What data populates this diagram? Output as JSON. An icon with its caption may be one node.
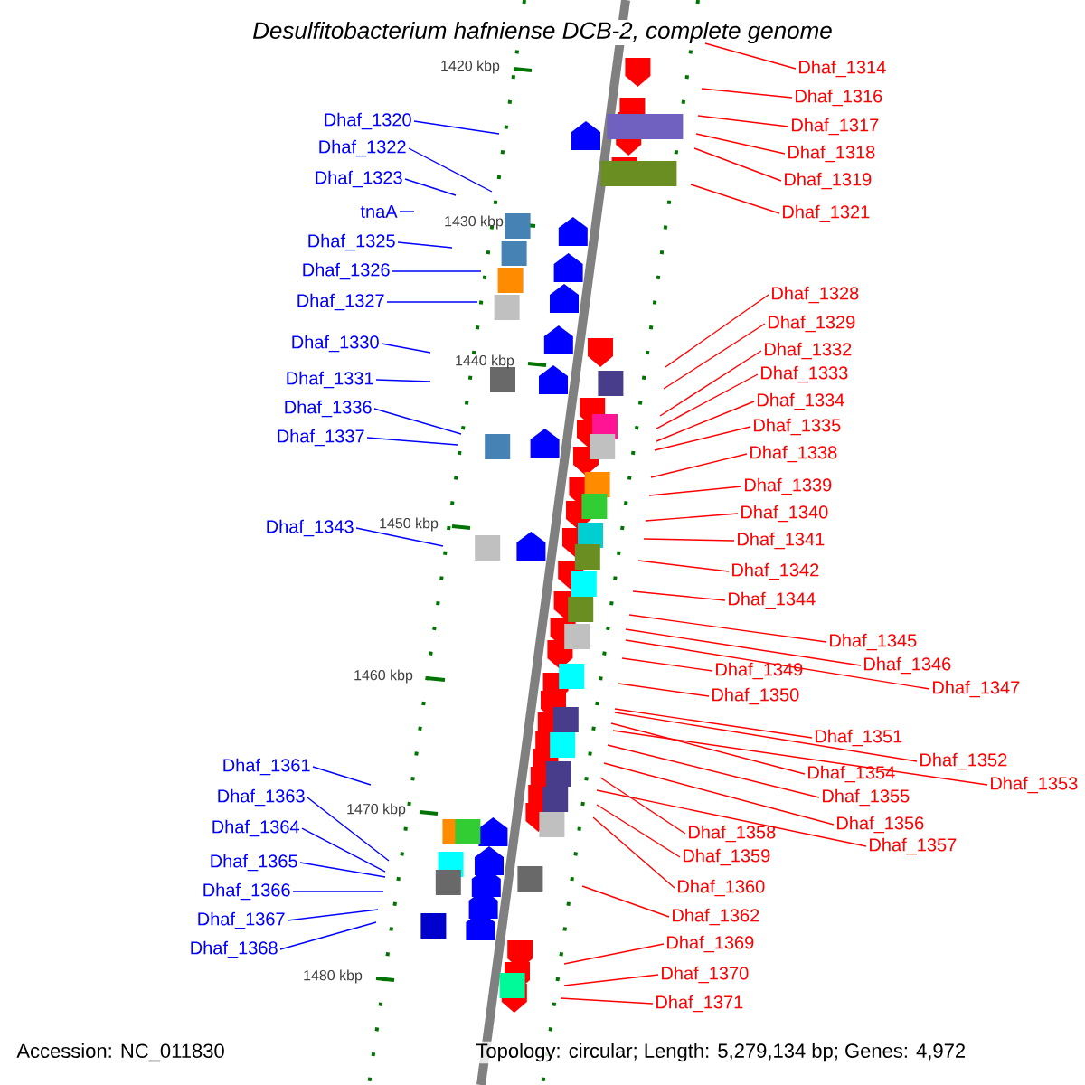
{
  "diagram": {
    "title": "Desulfitobacterium hafniense DCB-2, complete genome",
    "nodes": [
      {
        "text": [
          "Dhaf_1314"
        ]
      },
      {
        "text": [
          "Dhaf_1316"
        ]
      },
      {
        "text": [
          "Dhaf_1317"
        ]
      },
      {
        "text": [
          "Dhaf_1318"
        ]
      },
      {
        "text": [
          "Dhaf_1319"
        ]
      },
      {
        "text": [
          "Dhaf_1321"
        ]
      },
      {
        "text": [
          "Dhaf_1320"
        ]
      },
      {
        "text": [
          "Dhaf_1322"
        ]
      },
      {
        "text": [
          "Dhaf_1323"
        ]
      },
      {
        "text": [
          "tnaA"
        ]
      },
      {
        "text": [
          "Dhaf_1325"
        ]
      },
      {
        "text": [
          "Dhaf_1326"
        ]
      },
      {
        "text": [
          "Dhaf_1327"
        ]
      },
      {
        "text": [
          "Dhaf_1328"
        ]
      },
      {
        "text": [
          "Dhaf_1329"
        ]
      },
      {
        "text": [
          "Dhaf_1330"
        ]
      },
      {
        "text": [
          "Dhaf_1332"
        ]
      },
      {
        "text": [
          "Dhaf_1333"
        ]
      },
      {
        "text": [
          "Dhaf_1331"
        ]
      },
      {
        "text": [
          "Dhaf_1334"
        ]
      },
      {
        "text": [
          "Dhaf_1336"
        ]
      },
      {
        "text": [
          "Dhaf_1335"
        ]
      },
      {
        "text": [
          "Dhaf_1337"
        ]
      },
      {
        "text": [
          "Dhaf_1338"
        ]
      },
      {
        "text": [
          "Dhaf_1339"
        ]
      },
      {
        "text": [
          "Dhaf_1340"
        ]
      },
      {
        "text": [
          "Dhaf_1343"
        ]
      },
      {
        "text": [
          "Dhaf_1341"
        ]
      },
      {
        "text": [
          "Dhaf_1342"
        ]
      },
      {
        "text": [
          "Dhaf_1344"
        ]
      },
      {
        "text": [
          "Dhaf_1345"
        ]
      },
      {
        "text": [
          "Dhaf_1346"
        ]
      },
      {
        "text": [
          "Dhaf_1349"
        ]
      },
      {
        "text": [
          "Dhaf_1347"
        ]
      },
      {
        "text": [
          "Dhaf_1350"
        ]
      },
      {
        "text": [
          "Dhaf_1351"
        ]
      },
      {
        "text": [
          "Dhaf_1352"
        ]
      },
      {
        "text": [
          "Dhaf_1361"
        ]
      },
      {
        "text": [
          "Dhaf_1354"
        ]
      },
      {
        "text": [
          "Dhaf_1353"
        ]
      },
      {
        "text": [
          "Dhaf_1363"
        ]
      },
      {
        "text": [
          "Dhaf_1355"
        ]
      },
      {
        "text": [
          "Dhaf_1364"
        ]
      },
      {
        "text": [
          "Dhaf_1356"
        ]
      },
      {
        "text": [
          "Dhaf_1358"
        ]
      },
      {
        "text": [
          "Dhaf_1357"
        ]
      },
      {
        "text": [
          "Dhaf_1359"
        ]
      },
      {
        "text": [
          "Dhaf_1365"
        ]
      },
      {
        "text": [
          "Dhaf_1360"
        ]
      },
      {
        "text": [
          "Dhaf_1366"
        ]
      },
      {
        "text": [
          "Dhaf_1362"
        ]
      },
      {
        "text": [
          "Dhaf_1367"
        ]
      },
      {
        "text": [
          "Dhaf_1369"
        ]
      },
      {
        "text": [
          "Dhaf_1368"
        ]
      },
      {
        "text": [
          "Dhaf_1370"
        ]
      },
      {
        "text": [
          "Dhaf_1371"
        ]
      }
    ],
    "edges": [
      {
        "from": 0,
        "to": null,
        "arrow": "none"
      },
      {
        "from": 1,
        "to": null,
        "arrow": "none"
      },
      {
        "from": 2,
        "to": null,
        "arrow": "none"
      },
      {
        "from": 3,
        "to": null,
        "arrow": "none"
      },
      {
        "from": 4,
        "to": null,
        "arrow": "none"
      },
      {
        "from": 5,
        "to": null,
        "arrow": "none"
      },
      {
        "from": 6,
        "to": null,
        "arrow": "none",
        "color": "#0000ff"
      },
      {
        "from": 7,
        "to": null,
        "arrow": "none",
        "color": "#0000ff"
      },
      {
        "from": 8,
        "to": null,
        "arrow": "none",
        "color": "#0000ff"
      },
      {
        "from": 9,
        "to": null,
        "arrow": "none",
        "color": "#0000ff"
      },
      {
        "from": 10,
        "to": null,
        "arrow": "none",
        "color": "#0000ff"
      },
      {
        "from": 11,
        "to": null,
        "arrow": "none",
        "color": "#0000ff"
      },
      {
        "from": 12,
        "to": null,
        "arrow": "none",
        "color": "#0000ff"
      },
      {
        "from": 13,
        "to": null,
        "arrow": "none"
      },
      {
        "from": 14,
        "to": null,
        "arrow": "none"
      },
      {
        "from": 15,
        "to": null,
        "arrow": "none",
        "color": "#0000ff"
      },
      {
        "from": 16,
        "to": null,
        "arrow": "none"
      },
      {
        "from": 17,
        "to": null,
        "arrow": "none"
      },
      {
        "from": 18,
        "to": null,
        "arrow": "none",
        "color": "#0000ff"
      },
      {
        "from": 19,
        "to": null,
        "arrow": "none"
      },
      {
        "from": 20,
        "to": null,
        "arrow": "none",
        "color": "#0000ff"
      },
      {
        "from": 21,
        "to": null,
        "arrow": "none"
      },
      {
        "from": 22,
        "to": null,
        "arrow": "none",
        "color": "#0000ff"
      },
      {
        "from": 23,
        "to": null,
        "arrow": "none"
      },
      {
        "from": 24,
        "to": null,
        "arrow": "none"
      },
      {
        "from": 25,
        "to": null,
        "arrow": "none"
      },
      {
        "from": 26,
        "to": null,
        "arrow": "none",
        "color": "#0000ff"
      },
      {
        "from": 27,
        "to": null,
        "arrow": "none"
      },
      {
        "from": 28,
        "to": null,
        "arrow": "none"
      },
      {
        "from": 29,
        "to": null,
        "arrow": "none"
      },
      {
        "from": 30,
        "to": null,
        "arrow": "none"
      },
      {
        "from": 31,
        "to": null,
        "arrow": "none"
      },
      {
        "from": 32,
        "to": null,
        "arrow": "none"
      },
      {
        "from": 33,
        "to": null,
        "arrow": "none"
      },
      {
        "from": 34,
        "to": null,
        "arrow": "none"
      },
      {
        "from": 35,
        "to": null,
        "arrow": "none"
      },
      {
        "from": 36,
        "to": null,
        "arrow": "none"
      },
      {
        "from": 37,
        "to": null,
        "arrow": "none",
        "color": "#0000ff"
      },
      {
        "from": 38,
        "to": null,
        "arrow": "none"
      },
      {
        "from": 39,
        "to": null,
        "arrow": "none"
      },
      {
        "from": 40,
        "to": null,
        "arrow": "none",
        "color": "#0000ff"
      },
      {
        "from": 41,
        "to": null,
        "arrow": "none"
      },
      {
        "from": 42,
        "to": null,
        "arrow": "none",
        "color": "#0000ff"
      },
      {
        "from": 43,
        "to": null,
        "arrow": "none"
      },
      {
        "from": 44,
        "to": null,
        "arrow": "none"
      },
      {
        "from": 45,
        "to": null,
        "arrow": "none"
      },
      {
        "from": 46,
        "to": null,
        "arrow": "none"
      },
      {
        "from": 47,
        "to": null,
        "arrow": "none",
        "color": "#0000ff"
      },
      {
        "from": 48,
        "to": null,
        "arrow": "none"
      },
      {
        "from": 49,
        "to": null,
        "arrow": "none",
        "color": "#0000ff"
      },
      {
        "from": 50,
        "to": null,
        "arrow": "none"
      },
      {
        "from": 51,
        "to": null,
        "arrow": "none",
        "color": "#0000ff"
      },
      {
        "from": 52,
        "to": null,
        "arrow": "none"
      },
      {
        "from": 53,
        "to": null,
        "arrow": "none",
        "color": "#0000ff"
      },
      {
        "from": 54,
        "to": null,
        "arrow": "none"
      },
      {
        "from": 55,
        "to": null,
        "arrow": "none"
      }
    ],
    "labels": [
      "1420 kbp",
      "1430 kbp",
      "1440 kbp",
      "1450 kbp",
      "1460 kbp",
      "1470 kbp",
      "1480 kbp",
      "Accession: NC_011830",
      "Topology: circular; Length: 5,279,134 bp; Genes: 4,972"
    ]
  }
}
